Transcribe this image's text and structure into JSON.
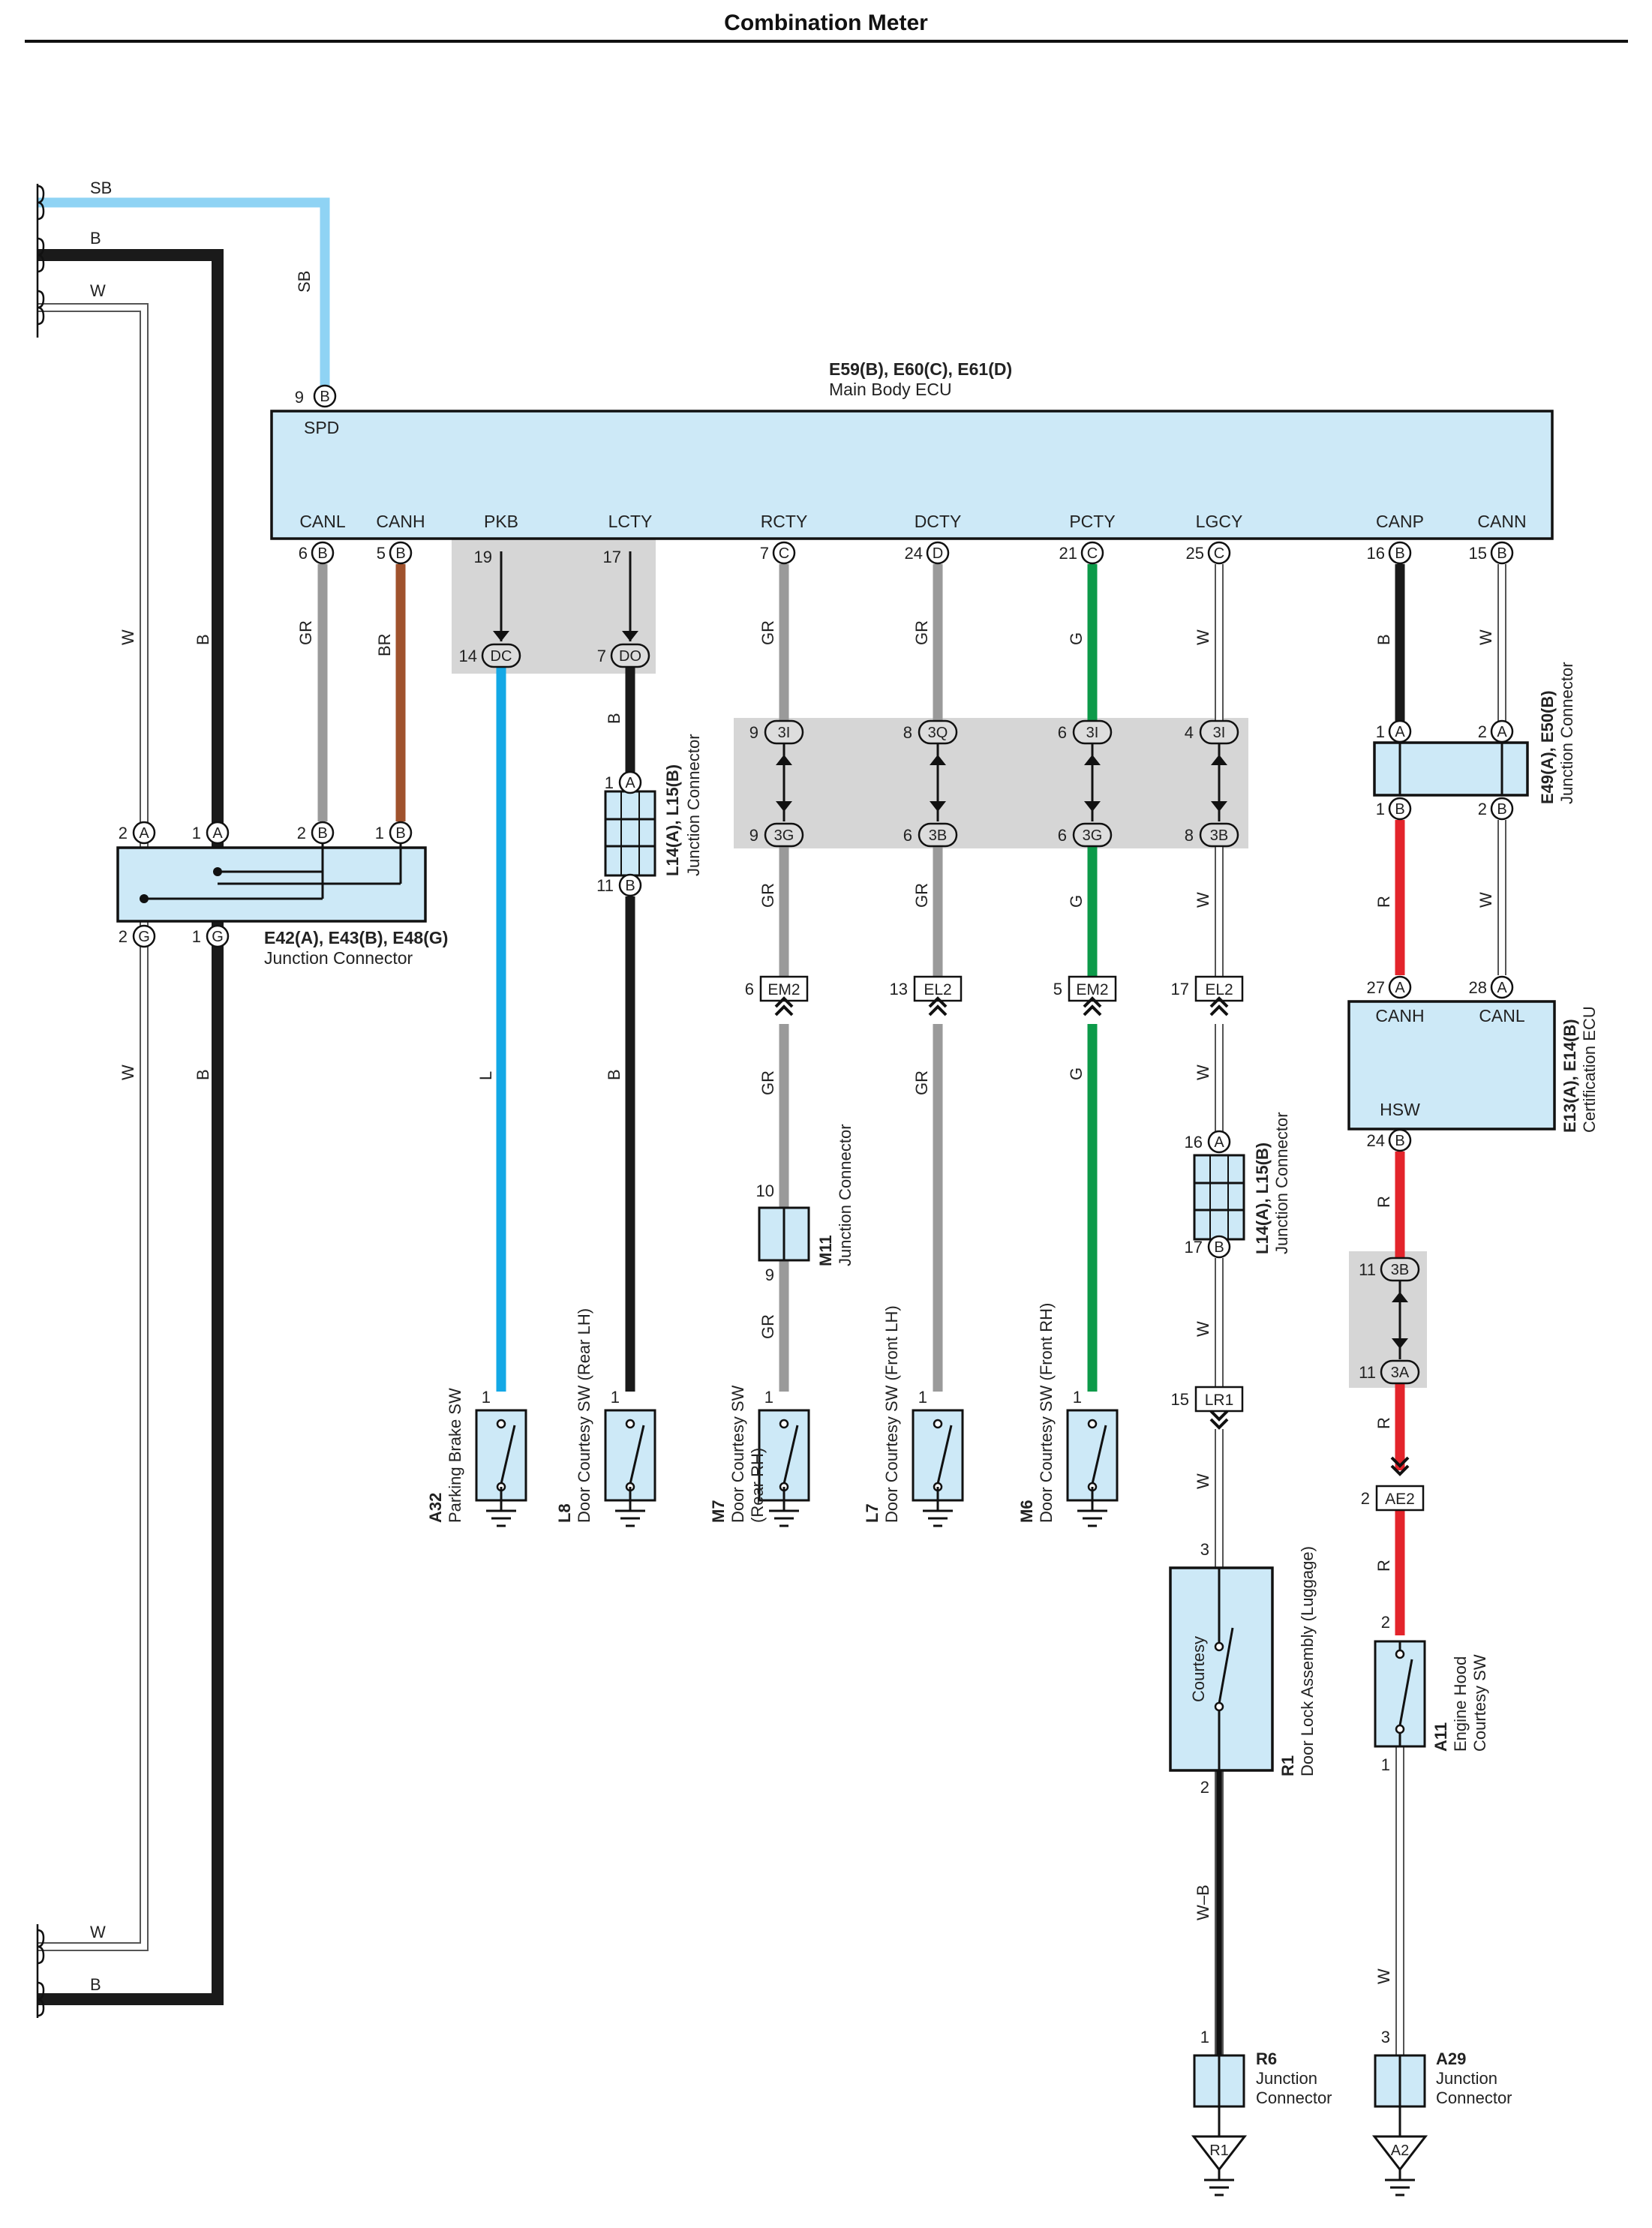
{
  "page": {
    "title": "Combination Meter"
  },
  "colors": {
    "box_fill": "#cde9f7",
    "shade": "#d6d6d6",
    "wire_sb": "#8fd3f4",
    "wire_l": "#13a8e6",
    "wire_gr": "#9a9a9a",
    "wire_br": "#a0522d",
    "wire_g": "#0c9a49",
    "wire_r": "#e3242b",
    "wire_b": "#1a1a1a"
  },
  "ecu": {
    "name": "E59(B), E60(C), E61(D)",
    "desc": "Main Body ECU",
    "spd": {
      "label": "SPD",
      "pin": "9",
      "conn": "B"
    },
    "pins": [
      {
        "label": "CANL",
        "pin": "6",
        "conn": "B"
      },
      {
        "label": "CANH",
        "pin": "5",
        "conn": "B"
      },
      {
        "label": "PKB",
        "pin": "19",
        "conn": ""
      },
      {
        "label": "LCTY",
        "pin": "17",
        "conn": ""
      },
      {
        "label": "RCTY",
        "pin": "7",
        "conn": "C"
      },
      {
        "label": "DCTY",
        "pin": "24",
        "conn": "D"
      },
      {
        "label": "PCTY",
        "pin": "21",
        "conn": "C"
      },
      {
        "label": "LGCY",
        "pin": "25",
        "conn": "C"
      },
      {
        "label": "CANP",
        "pin": "16",
        "conn": "B"
      },
      {
        "label": "CANN",
        "pin": "15",
        "conn": "B"
      }
    ]
  },
  "left_bus": {
    "top": [
      {
        "color": "SB"
      },
      {
        "color": "B"
      },
      {
        "color": "W"
      }
    ],
    "bottom": [
      {
        "color": "W"
      },
      {
        "color": "B"
      }
    ]
  },
  "wire_codes": {
    "sb": "SB",
    "b": "B",
    "w": "W",
    "gr": "GR",
    "br": "BR",
    "l": "L",
    "g": "G",
    "r": "R",
    "wb": "W–B"
  },
  "j1": {
    "name": "E42(A), E43(B), E48(G)",
    "desc": "Junction Connector",
    "top_pins": [
      {
        "pin": "2",
        "conn": "A"
      },
      {
        "pin": "1",
        "conn": "A"
      },
      {
        "pin": "2",
        "conn": "B"
      },
      {
        "pin": "1",
        "conn": "B"
      }
    ],
    "bottom_pins": [
      {
        "pin": "2",
        "conn": "G"
      },
      {
        "pin": "1",
        "conn": "G"
      }
    ]
  },
  "pkb_lcty_conn": {
    "pkb": {
      "pin": "14",
      "conn": "DC"
    },
    "lcty": {
      "pin": "7",
      "conn": "DO"
    }
  },
  "jc_l14": {
    "name": "L14(A), L15(B)",
    "desc": "Junction Connector",
    "top": {
      "pin": "1",
      "conn": "A"
    },
    "bottom": {
      "pin": "11",
      "conn": "B"
    }
  },
  "jc_3": {
    "top": [
      {
        "pin": "9",
        "conn": "3I"
      },
      {
        "pin": "8",
        "conn": "3Q"
      },
      {
        "pin": "6",
        "conn": "3I"
      },
      {
        "pin": "4",
        "conn": "3I"
      }
    ],
    "bottom": [
      {
        "pin": "9",
        "conn": "3G"
      },
      {
        "pin": "6",
        "conn": "3B"
      },
      {
        "pin": "6",
        "conn": "3G"
      },
      {
        "pin": "8",
        "conn": "3B"
      }
    ]
  },
  "plugs": [
    {
      "pin": "6",
      "conn": "EM2"
    },
    {
      "pin": "13",
      "conn": "EL2"
    },
    {
      "pin": "5",
      "conn": "EM2"
    },
    {
      "pin": "17",
      "conn": "EL2"
    }
  ],
  "m11": {
    "name": "M11",
    "desc": "Junction Connector",
    "pin_top": "10",
    "pin_bottom": "9"
  },
  "jc_l14b": {
    "name": "L14(A), L15(B)",
    "desc": "Junction Connector",
    "top": {
      "pin": "16",
      "conn": "A"
    },
    "bottom": {
      "pin": "17",
      "conn": "B"
    }
  },
  "lr1": {
    "pin": "15",
    "conn": "LR1"
  },
  "switches": [
    {
      "code": "A32",
      "desc": "Parking Brake SW",
      "pin": "1"
    },
    {
      "code": "L8",
      "desc": "Door Courtesy SW (Rear LH)",
      "pin": "1"
    },
    {
      "code": "M7",
      "desc": "Door Courtesy SW",
      "desc2": "(Rear RH)",
      "pin": "1"
    },
    {
      "code": "L7",
      "desc": "Door Courtesy SW (Front LH)",
      "pin": "1"
    },
    {
      "code": "M6",
      "desc": "Door Courtesy SW (Front RH)",
      "pin": "1"
    }
  ],
  "r1": {
    "code": "R1",
    "desc": "Door Lock Assembly (Luggage)",
    "inner": "Courtesy",
    "pin_top": "3",
    "pin_bottom": "2"
  },
  "r6": {
    "code": "R6",
    "desc1": "Junction",
    "desc2": "Connector",
    "pin": "1",
    "ground": "R1"
  },
  "e49": {
    "name": "E49(A), E50(B)",
    "desc": "Junction Connector",
    "top": [
      {
        "pin": "1",
        "conn": "A"
      },
      {
        "pin": "2",
        "conn": "A"
      }
    ],
    "bottom": [
      {
        "pin": "1",
        "conn": "B"
      },
      {
        "pin": "2",
        "conn": "B"
      }
    ]
  },
  "cert": {
    "name": "E13(A), E14(B)",
    "desc": "Certification ECU",
    "canh": "CANH",
    "canl": "CANL",
    "hsw": "HSW",
    "pin_canh": {
      "pin": "27",
      "conn": "A"
    },
    "pin_canl": {
      "pin": "28",
      "conn": "A"
    },
    "pin_hsw": {
      "pin": "24",
      "conn": "B"
    }
  },
  "jc_3b": {
    "top": {
      "pin": "11",
      "conn": "3B"
    },
    "bottom": {
      "pin": "11",
      "conn": "3A"
    }
  },
  "ae2": {
    "pin": "2",
    "conn": "AE2"
  },
  "a11": {
    "code": "A11",
    "desc1": "Engine Hood",
    "desc2": "Courtesy SW",
    "pin_top": "2",
    "pin_bottom": "1"
  },
  "a29": {
    "code": "A29",
    "desc1": "Junction",
    "desc2": "Connector",
    "pin": "3",
    "ground": "A2"
  }
}
